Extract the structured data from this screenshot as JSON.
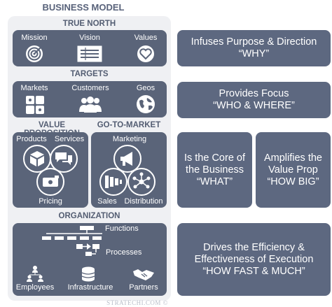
{
  "title": "BUSINESS MODEL",
  "true_north": {
    "heading": "TRUE NORTH",
    "items": [
      "Mission",
      "Vision",
      "Values"
    ]
  },
  "targets": {
    "heading": "TARGETS",
    "items": [
      "Markets",
      "Customers",
      "Geos"
    ]
  },
  "value_proposition": {
    "heading": "VALUE PROPOSITION",
    "items": [
      "Products",
      "Services",
      "Pricing"
    ]
  },
  "go_to_market": {
    "heading": "GO-TO-MARKET",
    "items": [
      "Marketing",
      "Sales",
      "Distribution"
    ]
  },
  "organization": {
    "heading": "ORGANIZATION",
    "functions": "Functions",
    "processes": "Processes",
    "items": [
      "Employees",
      "Infrastructure",
      "Partners"
    ]
  },
  "watermark": "STRATECHI.COM ©",
  "right": {
    "purpose": {
      "line1": "Infuses Purpose & Direction",
      "line2": "“WHY”"
    },
    "focus": {
      "line1": "Provides Focus",
      "line2": "“WHO & WHERE”"
    },
    "core": {
      "line1": "Is the Core of",
      "line2": "the Business",
      "line3": "“WHAT”"
    },
    "amplify": {
      "line1": "Amplifies the",
      "line2": "Value Prop",
      "line3": "“HOW BIG”"
    },
    "efficiency": {
      "line1": "Drives the Efficiency &",
      "line2": "Effectiveness of Execution",
      "line3": "“HOW FAST & MUCH”"
    }
  },
  "colors": {
    "box": "#5a6479",
    "panel": "#eff0f3",
    "right_box": "#5d6880",
    "text": "#535d72"
  }
}
